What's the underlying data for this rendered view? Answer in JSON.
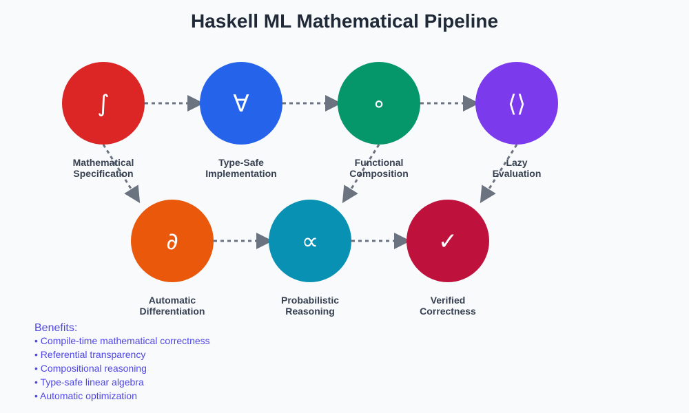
{
  "title": "Haskell ML Mathematical Pipeline",
  "nodes": [
    {
      "id": "math-spec",
      "symbol": "∫",
      "label": [
        "Mathematical",
        "Specification"
      ],
      "color": "#dc2626",
      "icon": "integral-icon"
    },
    {
      "id": "type-safe",
      "symbol": "∀",
      "label": [
        "Type-Safe",
        "Implementation"
      ],
      "color": "#2563eb",
      "icon": "forall-icon"
    },
    {
      "id": "functional-composition",
      "symbol": "∘",
      "label": [
        "Functional",
        "Composition"
      ],
      "color": "#059669",
      "icon": "compose-icon"
    },
    {
      "id": "lazy-evaluation",
      "symbol": "⟨⟩",
      "label": [
        "Lazy",
        "Evaluation"
      ],
      "color": "#7c3aed",
      "icon": "angle-brackets-icon"
    },
    {
      "id": "automatic-differentiation",
      "symbol": "∂",
      "label": [
        "Automatic",
        "Differentiation"
      ],
      "color": "#ea580c",
      "icon": "partial-derivative-icon"
    },
    {
      "id": "probabilistic-reasoning",
      "symbol": "∝",
      "label": [
        "Probabilistic",
        "Reasoning"
      ],
      "color": "#0891b2",
      "icon": "proportional-icon"
    },
    {
      "id": "verified-correctness",
      "symbol": "✓",
      "label": [
        "Verified",
        "Correctness"
      ],
      "color": "#be123c",
      "icon": "checkmark-icon"
    }
  ],
  "edges": [
    {
      "from": 0,
      "to": 1
    },
    {
      "from": 1,
      "to": 2
    },
    {
      "from": 2,
      "to": 3
    },
    {
      "from": 0,
      "to": 4
    },
    {
      "from": 2,
      "to": 5
    },
    {
      "from": 3,
      "to": 6
    },
    {
      "from": 4,
      "to": 5
    },
    {
      "from": 5,
      "to": 6
    }
  ],
  "benefits": {
    "heading": "Benefits:",
    "items": [
      "• Compile-time mathematical correctness",
      "• Referential transparency",
      "• Compositional reasoning",
      "• Type-safe linear algebra",
      "• Automatic optimization"
    ]
  }
}
